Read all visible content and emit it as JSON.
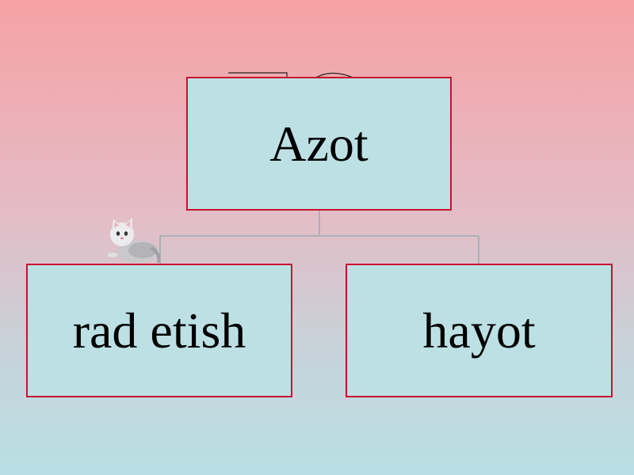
{
  "diagram": {
    "root": {
      "label": "Azot"
    },
    "children": [
      {
        "label": "rad etish"
      },
      {
        "label": "hayot"
      }
    ]
  },
  "colors": {
    "box_fill": "#bde0e4",
    "box_border": "#c8102e",
    "connector": "#a7b2b6"
  },
  "icons": {
    "mascot": "cat-icon"
  }
}
